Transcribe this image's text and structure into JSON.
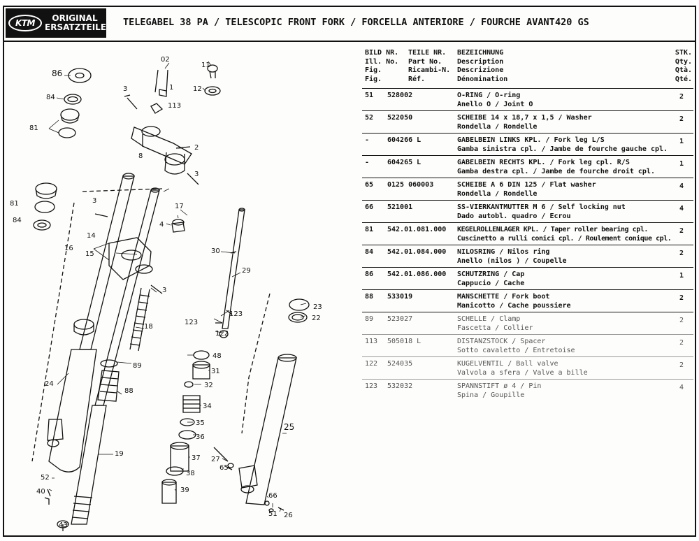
{
  "header": {
    "brand": "KTM",
    "logo_line1": "ORIGINAL",
    "logo_line2": "ERSATZTEILE",
    "title": "TELEGABEL 38 PA / TELESCOPIC FRONT FORK / FORCELLA ANTERIORE / FOURCHE AVANT",
    "model": "420 GS"
  },
  "table_header": {
    "fig": [
      "BILD NR.",
      "Ill. No.",
      "Fig.",
      "Fig."
    ],
    "part": [
      "TEILE NR.",
      "Part No.",
      "Ricambi-N.",
      "Réf."
    ],
    "desc": [
      "BEZEICHNUNG",
      "Description",
      "Descrizione",
      "Dénomination"
    ],
    "qty": [
      "STK.",
      "Qty.",
      "Qtà.",
      "Qté."
    ]
  },
  "parts": [
    {
      "fig": "51",
      "part_no": "528002",
      "line1": "O-RING / O-ring",
      "line2": "Anello O / Joint O",
      "qty": "2"
    },
    {
      "fig": "52",
      "part_no": "522050",
      "line1": "SCHEIBE 14 x 18,7 x 1,5 / Washer",
      "line2": "Rondella / Rondelle",
      "qty": "2"
    },
    {
      "fig": "-",
      "part_no": "604266 L",
      "line1": "GABELBEIN LINKS KPL. / Fork leg L/S",
      "line2": "Gamba sinistra cpl. / Jambe de fourche gauche cpl.",
      "qty": "1"
    },
    {
      "fig": "-",
      "part_no": "604265 L",
      "line1": "GABELBEIN RECHTS KPL. / Fork leg cpl. R/S",
      "line2": "Gamba destra cpl. / Jambe de fourche droit cpl.",
      "qty": "1"
    },
    {
      "fig": "65",
      "part_no": "0125 060003",
      "line1": "SCHEIBE A 6 DIN 125 / Flat washer",
      "line2": "Rondella / Rondelle",
      "qty": "4"
    },
    {
      "fig": "66",
      "part_no": "521001",
      "line1": "SS-VIERKANTMUTTER M 6 / Self locking nut",
      "line2": "Dado autobl. quadro / Ecrou",
      "qty": "4"
    },
    {
      "fig": "81",
      "part_no": "542.01.081.000",
      "line1": "KEGELROLLENLAGER KPL. / Taper roller bearing cpl.",
      "line2": "Cuscinetto a rulli conici cpl. / Roulement conique cpl.",
      "qty": "2"
    },
    {
      "fig": "84",
      "part_no": "542.01.084.000",
      "line1": "NILOSRING / Nilos ring",
      "line2": "Anello (nilos ) / Coupelle",
      "qty": "2"
    },
    {
      "fig": "86",
      "part_no": "542.01.086.000",
      "line1": "SCHUTZRING / Cap",
      "line2": "Cappucio / Cache",
      "qty": "1"
    },
    {
      "fig": "88",
      "part_no": "533019",
      "line1": "MANSCHETTE / Fork boot",
      "line2": "Manicotto / Cache poussiere",
      "qty": "2"
    },
    {
      "fig": "89",
      "part_no": "523027",
      "line1": "SCHELLE / Clamp",
      "line2": "Fascetta / Collier",
      "qty": "2"
    },
    {
      "fig": "113",
      "part_no": "505018 L",
      "line1": "DISTANZSTOCK / Spacer",
      "line2": "Sotto cavaletto / Entretoise",
      "qty": "2"
    },
    {
      "fig": "122",
      "part_no": "524035",
      "line1": "KUGELVENTIL / Ball valve",
      "line2": "Valvola a sfera / Valve a bille",
      "qty": "2"
    },
    {
      "fig": "123",
      "part_no": "532032",
      "line1": "SPANNSTIFT ø 4 / Pin",
      "line2": "Spina / Goupille",
      "qty": "4"
    }
  ],
  "callouts": {
    "c86": "86",
    "c84a": "84",
    "c81a": "81",
    "c02": "02",
    "c1": "1",
    "c3a": "3",
    "c113": "113",
    "c11": "11",
    "c12": "12",
    "c2": "2",
    "c8": "8",
    "c3b": "3",
    "c81b": "81",
    "c84b": "84",
    "c3c": "3",
    "c17": "17",
    "c4": "4",
    "c14": "14",
    "c16": "16",
    "c15": "15",
    "c30": "30",
    "c29": "29",
    "c3d": "3",
    "c123a": "123",
    "c123b": "123",
    "c122": "122",
    "c18": "18",
    "c23": "23",
    "c22": "22",
    "c89": "89",
    "c48": "48",
    "c31": "31",
    "c32": "32",
    "c24": "24",
    "c88": "88",
    "c34": "34",
    "c35": "35",
    "c36": "36",
    "c25": "25",
    "c19": "19",
    "c37": "37",
    "c27": "27",
    "c65": "65",
    "c38": "38",
    "c52": "52",
    "c40": "40",
    "c39": "39",
    "c66": "66",
    "c51": "51",
    "c26": "26",
    "c43": "43"
  }
}
